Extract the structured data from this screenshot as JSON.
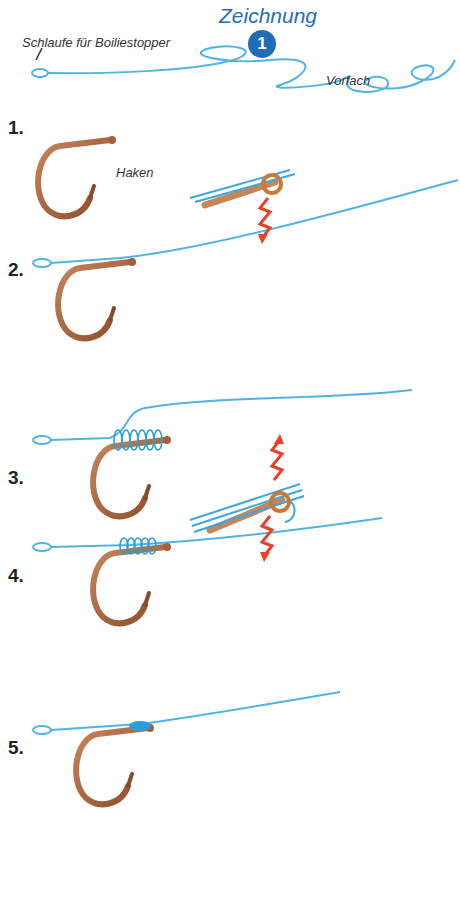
{
  "diagram": {
    "title": "Zeichnung",
    "nodes": [
      {
        "text": [
          "1"
        ]
      }
    ],
    "labels": [
      "Schlaufe für Boiliestopper",
      "Vorfach",
      "1.",
      "Haken",
      "2.",
      "3.",
      "4.",
      "5."
    ]
  }
}
